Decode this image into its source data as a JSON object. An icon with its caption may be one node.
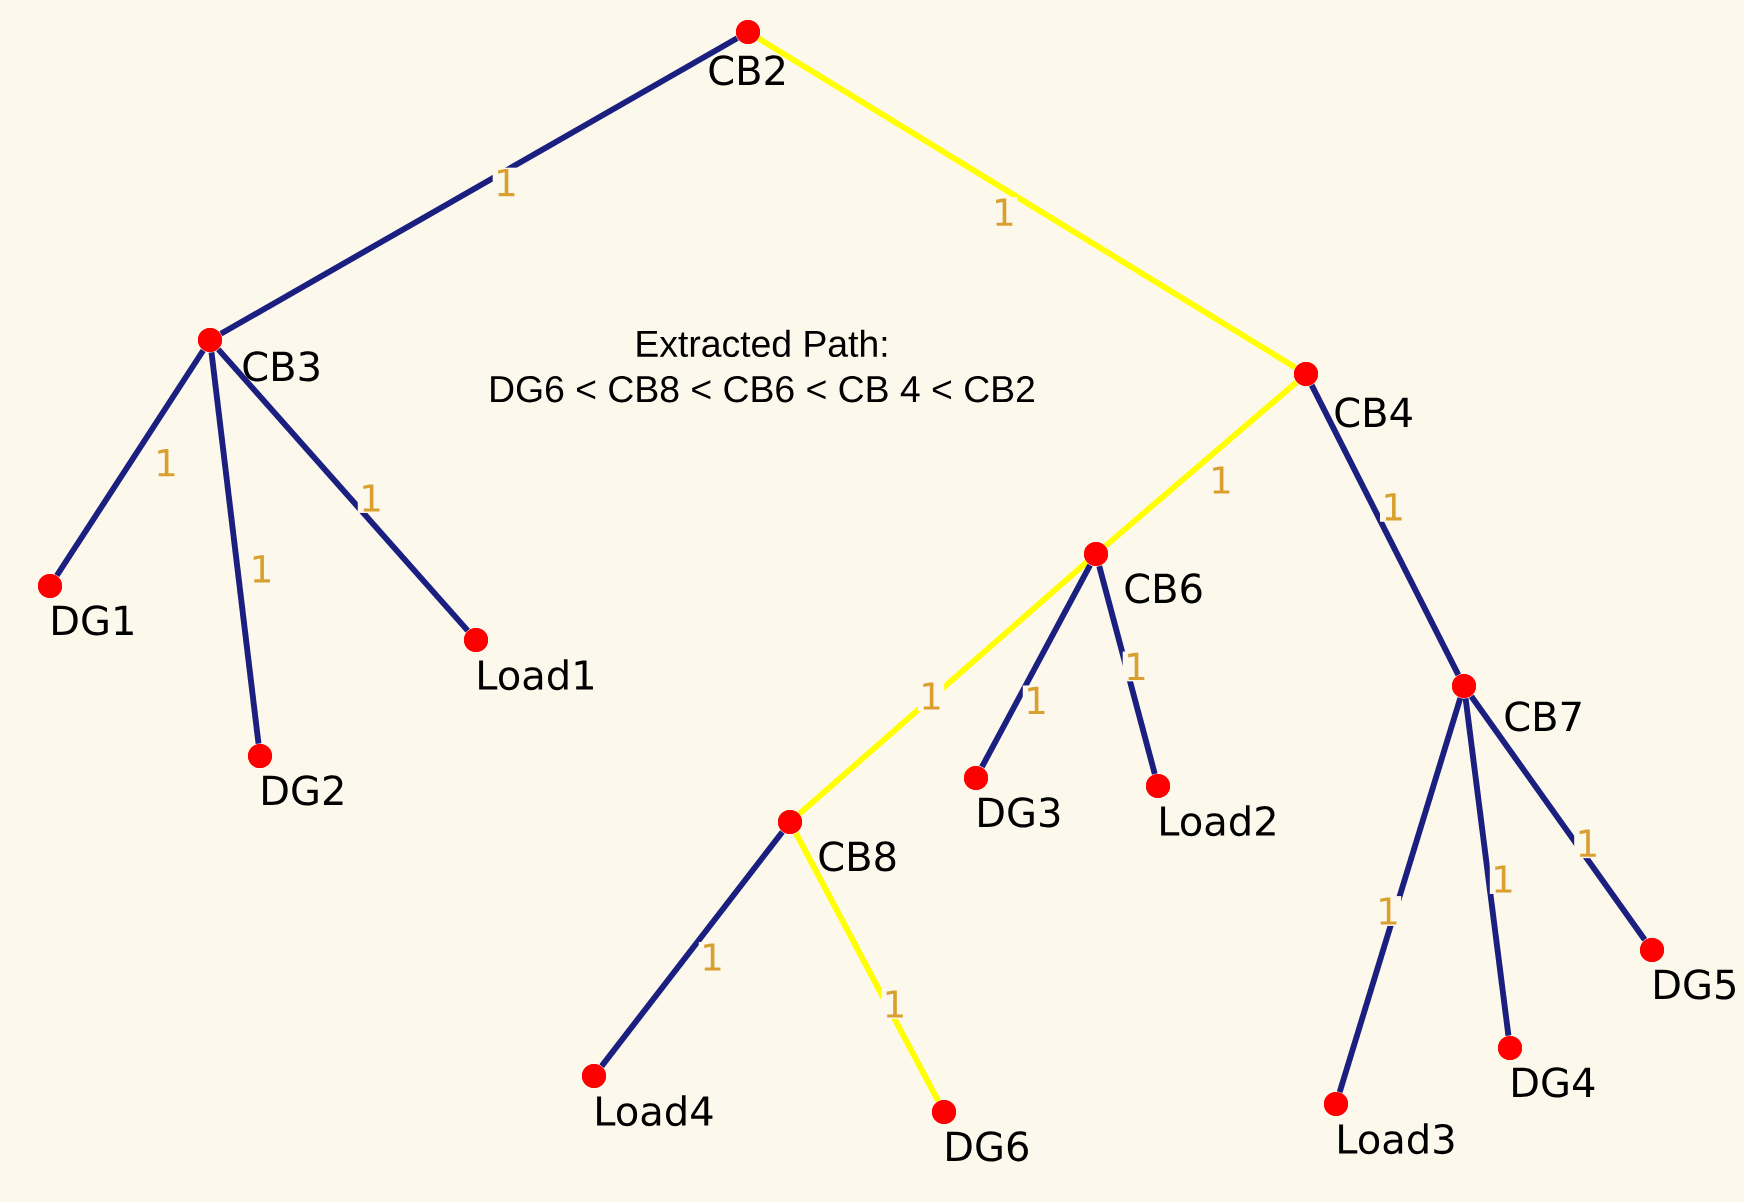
{
  "diagram": {
    "nodes": [
      {
        "text": [],
        "shape": "circle",
        "beside": [
          "CB2"
        ]
      },
      {
        "text": [],
        "shape": "circle",
        "beside": [
          "CB3"
        ]
      },
      {
        "text": [],
        "shape": "circle",
        "beside": [
          "CB4"
        ]
      },
      {
        "text": [],
        "shape": "circle",
        "beside": [
          "DG1"
        ]
      },
      {
        "text": [],
        "shape": "circle",
        "beside": [
          "DG2"
        ]
      },
      {
        "text": [],
        "shape": "circle",
        "beside": [
          "Load1"
        ]
      },
      {
        "text": [],
        "shape": "circle",
        "beside": [
          "CB6"
        ]
      },
      {
        "text": [],
        "shape": "circle",
        "beside": [
          "CB7"
        ]
      },
      {
        "text": [],
        "shape": "circle",
        "beside": [
          "CB8"
        ]
      },
      {
        "text": [],
        "shape": "circle",
        "beside": [
          "DG3"
        ]
      },
      {
        "text": [],
        "shape": "circle",
        "beside": [
          "Load2"
        ]
      },
      {
        "text": [],
        "shape": "circle",
        "beside": [
          "Load4"
        ]
      },
      {
        "text": [],
        "shape": "circle",
        "beside": [
          "DG6"
        ]
      },
      {
        "text": [],
        "shape": "circle",
        "beside": [
          "Load3"
        ]
      },
      {
        "text": [],
        "shape": "circle",
        "beside": [
          "DG4"
        ]
      },
      {
        "text": [],
        "shape": "circle",
        "beside": [
          "DG5"
        ]
      }
    ],
    "edges": [
      {
        "from": 0,
        "to": 1,
        "arrow": "none",
        "label": "1"
      },
      {
        "from": 0,
        "to": 2,
        "arrow": "none",
        "label": "1",
        "color": "#ffff00"
      },
      {
        "from": 1,
        "to": 3,
        "arrow": "none",
        "label": "1"
      },
      {
        "from": 1,
        "to": 4,
        "arrow": "none",
        "label": "1"
      },
      {
        "from": 1,
        "to": 5,
        "arrow": "none",
        "label": "1"
      },
      {
        "from": 2,
        "to": 6,
        "arrow": "none",
        "label": "1",
        "color": "#ffff00"
      },
      {
        "from": 2,
        "to": 7,
        "arrow": "none",
        "label": "1"
      },
      {
        "from": 6,
        "to": 8,
        "arrow": "none",
        "label": "1",
        "color": "#ffff00"
      },
      {
        "from": 6,
        "to": 9,
        "arrow": "none",
        "label": "1"
      },
      {
        "from": 6,
        "to": 10,
        "arrow": "none",
        "label": "1"
      },
      {
        "from": 8,
        "to": 11,
        "arrow": "none",
        "label": "1"
      },
      {
        "from": 8,
        "to": 12,
        "arrow": "none",
        "label": "1",
        "color": "#ffff00"
      },
      {
        "from": 7,
        "to": 13,
        "arrow": "none",
        "label": "1"
      },
      {
        "from": 7,
        "to": 14,
        "arrow": "none",
        "label": "1"
      },
      {
        "from": 7,
        "to": 15,
        "arrow": "none",
        "label": "1"
      }
    ],
    "labels": [
      "Extracted Path:",
      "DG6 < CB8 < CB6 < CB 4 < CB2"
    ]
  }
}
